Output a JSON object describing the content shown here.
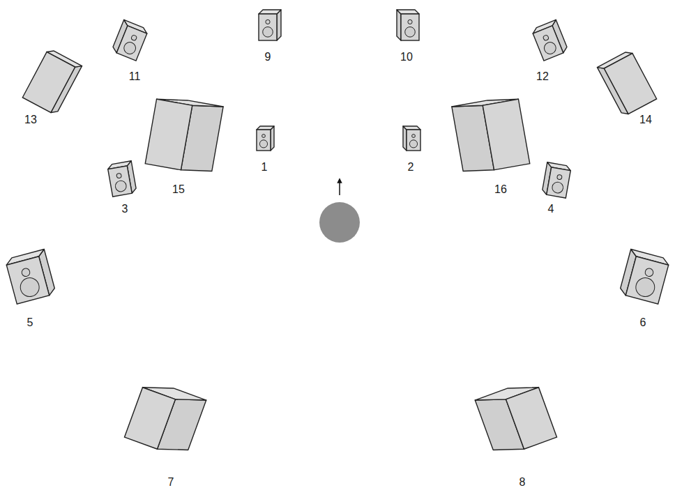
{
  "diagram": {
    "labels": [
      "9",
      "10",
      "11",
      "12",
      "13",
      "14",
      "1",
      "2",
      "15",
      "16",
      "3",
      "4",
      "5",
      "6",
      "7",
      "8"
    ]
  }
}
